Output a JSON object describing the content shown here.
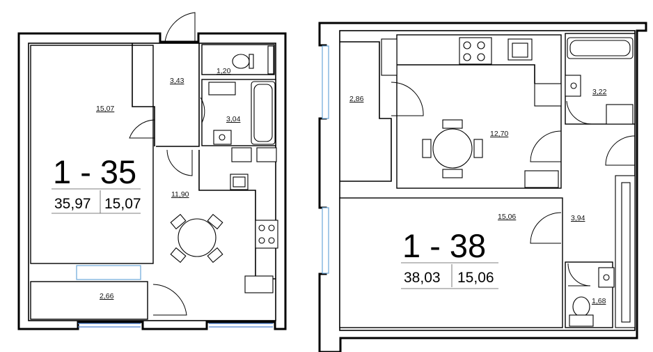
{
  "plans": [
    {
      "code": "1 - 35",
      "total_area": "35,97",
      "living_area": "15,07",
      "rooms": [
        {
          "id": "living",
          "area": "15,07"
        },
        {
          "id": "hall",
          "area": "3,43"
        },
        {
          "id": "wc",
          "area": "1,20"
        },
        {
          "id": "bath",
          "area": "3,04"
        },
        {
          "id": "kitchen",
          "area": "11,90"
        },
        {
          "id": "balcony",
          "area": "2,66"
        }
      ]
    },
    {
      "code": "1 - 38",
      "total_area": "38,03",
      "living_area": "15,06",
      "rooms": [
        {
          "id": "corridor",
          "area": "2,86"
        },
        {
          "id": "kitchen",
          "area": "12,70"
        },
        {
          "id": "bath",
          "area": "3,22"
        },
        {
          "id": "living",
          "area": "15,06"
        },
        {
          "id": "hall",
          "area": "3,94"
        },
        {
          "id": "wc",
          "area": "1,68"
        }
      ]
    }
  ]
}
